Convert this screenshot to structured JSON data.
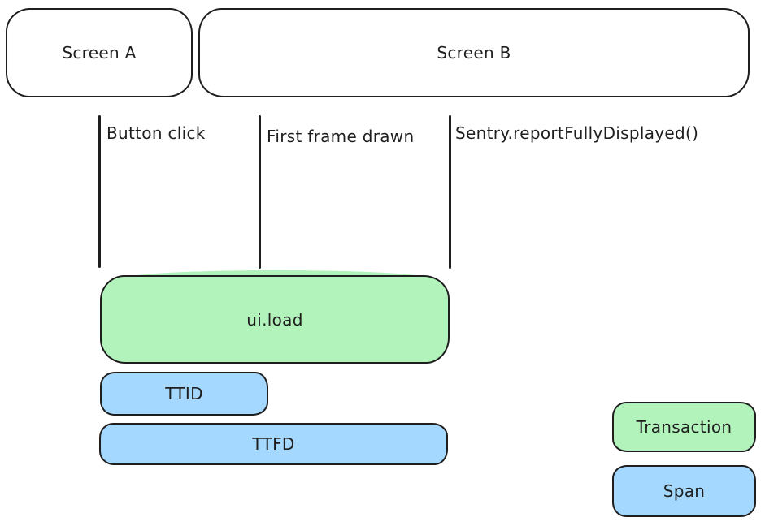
{
  "diagram": {
    "description": "Screen load transaction timing diagram",
    "screens": [
      {
        "label": "Screen A"
      },
      {
        "label": "Screen B"
      }
    ],
    "events": [
      {
        "label": "Button click"
      },
      {
        "label": "First frame drawn"
      },
      {
        "label": "Sentry.reportFullyDisplayed()"
      }
    ],
    "spans": {
      "transaction": {
        "label": "ui.load"
      },
      "ttid": {
        "label": "TTID"
      },
      "ttfd": {
        "label": "TTFD"
      }
    },
    "legend": [
      {
        "label": "Transaction",
        "kind": "transaction"
      },
      {
        "label": "Span",
        "kind": "span"
      }
    ]
  },
  "colors": {
    "stroke": "#1e1e1e",
    "transaction_fill": "#b2f2bb",
    "span_fill": "#a5d8ff",
    "background": "#ffffff"
  }
}
